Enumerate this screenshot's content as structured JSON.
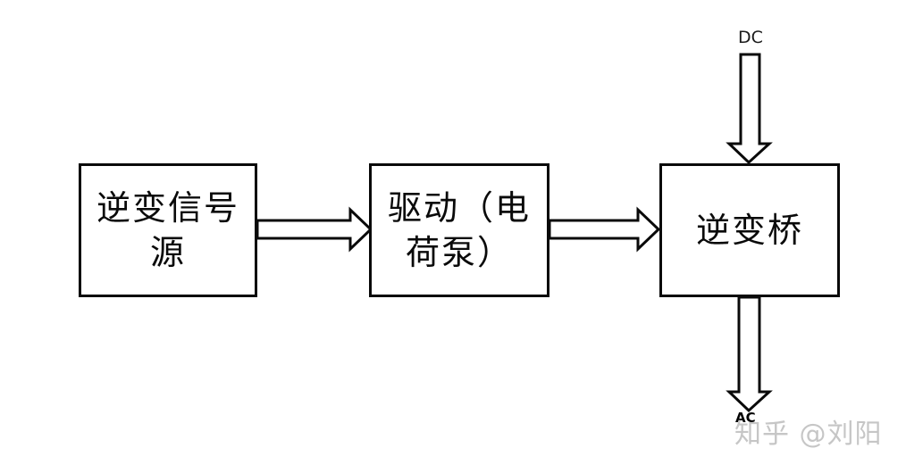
{
  "diagram": {
    "boxes": [
      {
        "name": "inverter-signal-source",
        "label": "逆变信号源",
        "lines": [
          "逆变信号",
          "源"
        ]
      },
      {
        "name": "driver-charge-pump",
        "label": "驱动（电荷泵）",
        "lines": [
          "驱动（电",
          "荷泵）"
        ]
      },
      {
        "name": "inverter-bridge",
        "label": "逆变桥",
        "lines": [
          "逆变桥",
          ""
        ]
      }
    ],
    "io_labels": {
      "input": "DC",
      "output": "AC"
    },
    "watermark": "知乎 @刘阳",
    "colors": {
      "line": "#0a0a0a",
      "background": "#ffffff",
      "watermark": "#c6c6c6"
    }
  }
}
